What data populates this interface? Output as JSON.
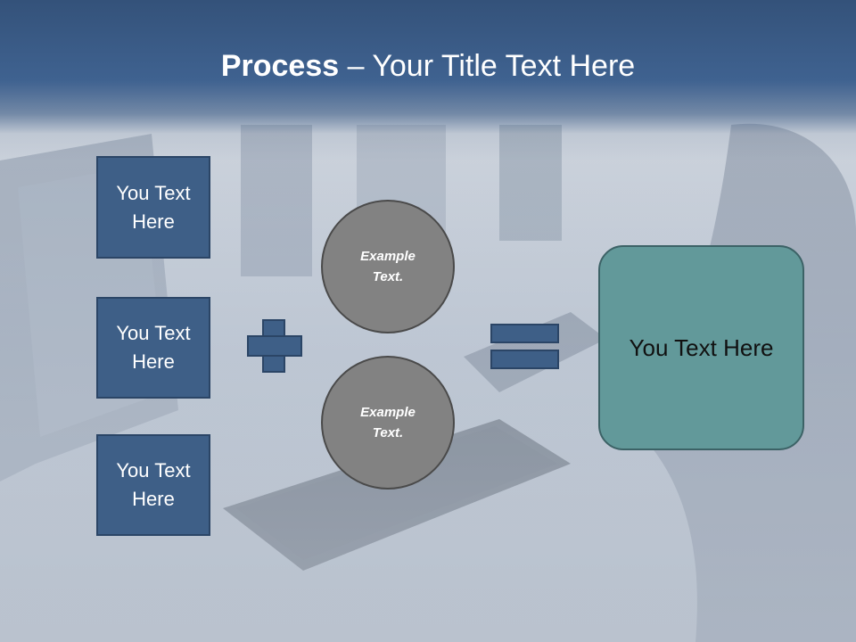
{
  "title": {
    "bold": "Process",
    "rest": " – Your Title Text Here"
  },
  "left_boxes": [
    {
      "label": "You Text Here"
    },
    {
      "label": "You Text Here"
    },
    {
      "label": "You Text Here"
    }
  ],
  "circles": [
    {
      "label": "Example Text."
    },
    {
      "label": "Example Text."
    }
  ],
  "result": {
    "label": "You Text Here"
  },
  "colors": {
    "box_fill": "#3e5f87",
    "box_border": "#2b4566",
    "circle_fill": "#828282",
    "result_fill": "#62999a",
    "title_band": "#3f6290"
  }
}
